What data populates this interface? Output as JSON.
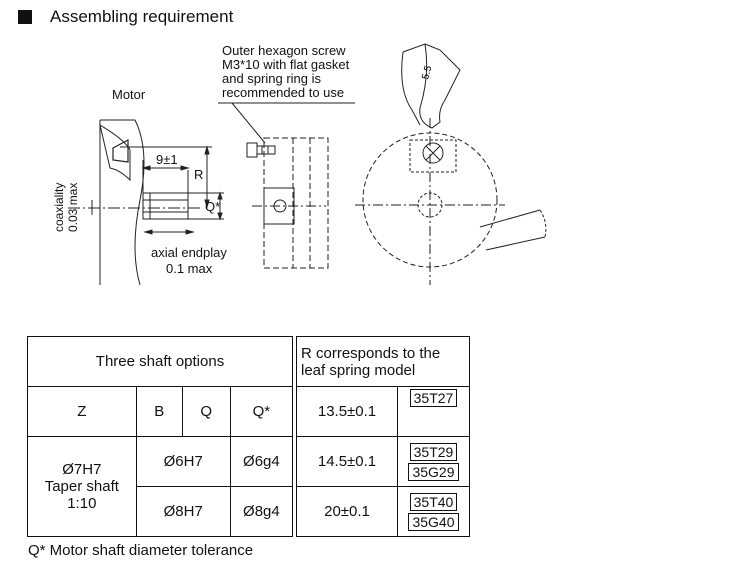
{
  "header": {
    "title": "Assembling requirement"
  },
  "drawing": {
    "motor_label": "Motor",
    "screw_note": [
      "Outer hexagon screw",
      "M3*10 with flat gasket",
      "and spring ring is",
      "recommended to use"
    ],
    "dim_length": "9±1",
    "dim_r": "R",
    "dim_q": "Q*",
    "coaxiality_label": [
      "coaxiality",
      "0.03 max"
    ],
    "endplay_label": [
      "axial endplay",
      "0.1 max"
    ],
    "wrench_size": "5.5"
  },
  "shaft_table": {
    "title": "Three shaft options",
    "headers": [
      "Z",
      "B",
      "Q",
      "Q*"
    ],
    "row1": {
      "z": [
        "Ø7H7",
        "Taper shaft",
        "1:10"
      ],
      "bq": "Ø6H7",
      "qstar": "Ø6g4"
    },
    "row2": {
      "bq": "Ø8H7",
      "qstar": "Ø8g4"
    }
  },
  "spring_table": {
    "title": [
      "R corresponds to the",
      "leaf spring model"
    ],
    "rows": [
      {
        "r": "13.5±0.1",
        "models": [
          "35T27"
        ]
      },
      {
        "r": "14.5±0.1",
        "models": [
          "35T29",
          "35G29"
        ]
      },
      {
        "r": "20±0.1",
        "models": [
          "35T40",
          "35G40"
        ]
      }
    ]
  },
  "footnote": "Q*  Motor shaft diameter tolerance"
}
